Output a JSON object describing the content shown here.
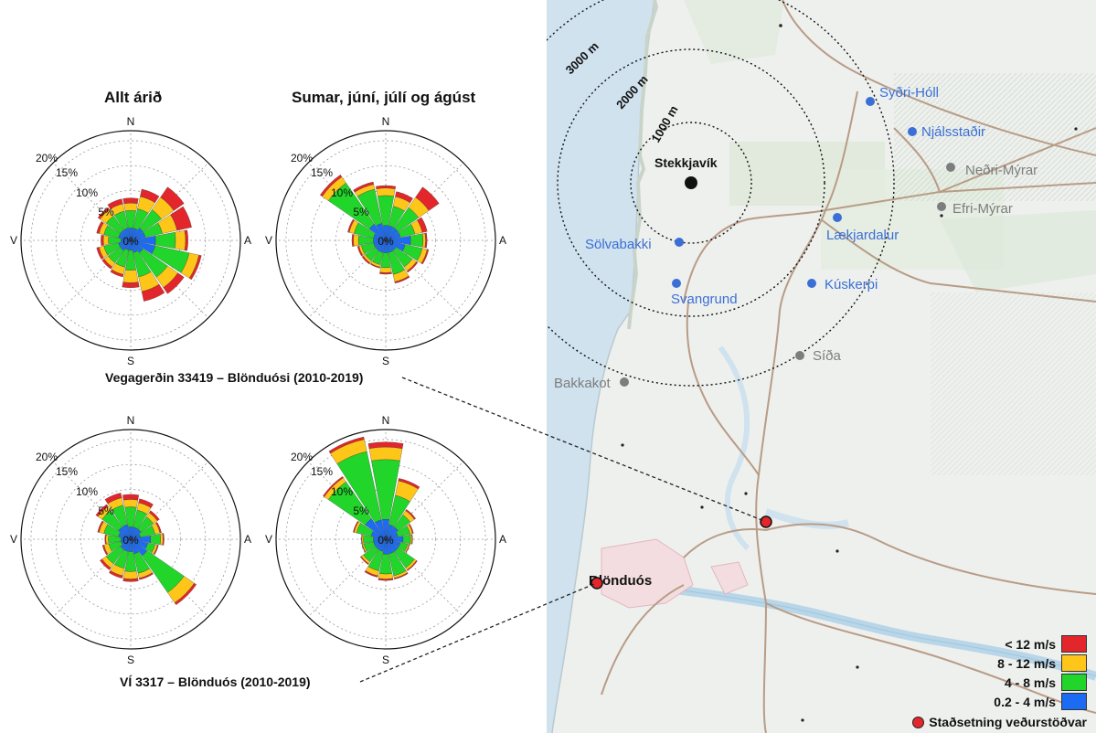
{
  "titles": {
    "year": "Allt árið",
    "summer": "Sumar, júní, júlí og ágúst"
  },
  "station_captions": {
    "vegagerdin": "Vegagerðin 33419 – Blönduósi (2010-2019)",
    "vi": "VÍ 3317 – Blönduós (2010-2019)"
  },
  "rose_axis": {
    "directions": [
      "N",
      "A",
      "S",
      "V"
    ],
    "ring_labels": [
      "0%",
      "5%",
      "10%",
      "15%",
      "20%"
    ]
  },
  "chart_data": [
    {
      "type": "wind-rose",
      "station": "Vegagerðin 33419 – Blönduósi (2010-2019)",
      "title": "Allt árið",
      "rmax": 22,
      "sectors": 16,
      "stacks": [
        [
          2.5,
          3.5,
          1.5,
          1
        ],
        [
          2.5,
          4,
          2.5,
          1.5
        ],
        [
          3,
          4.5,
          3,
          2.5
        ],
        [
          3,
          3.5,
          3,
          3
        ],
        [
          5,
          4,
          2,
          0.5
        ],
        [
          5,
          7,
          2,
          0.5
        ],
        [
          3,
          6,
          2.5,
          1.5
        ],
        [
          2.5,
          5,
          3,
          2
        ],
        [
          2,
          4,
          2.5,
          1
        ],
        [
          2,
          3.5,
          1.5,
          0.5
        ],
        [
          2.5,
          3,
          1,
          0.5
        ],
        [
          2.5,
          3,
          1,
          0.5
        ],
        [
          2,
          2.5,
          1,
          0.5
        ],
        [
          2.5,
          3,
          1,
          0.5
        ],
        [
          2.5,
          3.5,
          1.5,
          0.5
        ],
        [
          2.5,
          3.5,
          1.5,
          1
        ]
      ]
    },
    {
      "type": "wind-rose",
      "station": "Vegagerðin 33419 – Blönduósi (2010-2019)",
      "title": "Sumar, júní, júlí og ágúst",
      "rmax": 22,
      "sectors": 16,
      "stacks": [
        [
          3,
          6,
          1.5,
          0.5
        ],
        [
          3,
          4,
          2,
          1
        ],
        [
          3,
          5,
          2.5,
          2.5
        ],
        [
          3,
          3,
          1.5,
          1
        ],
        [
          5,
          2.5,
          0.5,
          0.3
        ],
        [
          4,
          3.5,
          1,
          0.3
        ],
        [
          2.5,
          4,
          1,
          0.3
        ],
        [
          2.5,
          4.5,
          1.5,
          0.3
        ],
        [
          2.5,
          3,
          1,
          0.3
        ],
        [
          2.5,
          2.5,
          0.5,
          0.2
        ],
        [
          2.5,
          2.5,
          0.5,
          0.3
        ],
        [
          2.5,
          2.5,
          0.5,
          0.3
        ],
        [
          2.5,
          3,
          1,
          0.3
        ],
        [
          2.5,
          4,
          1,
          0.3
        ],
        [
          4,
          10,
          1.5,
          0.5
        ],
        [
          3.5,
          7,
          1,
          0.5
        ]
      ]
    },
    {
      "type": "wind-rose",
      "station": "VÍ 3317 – Blönduós (2010-2019)",
      "title": "Allt árið",
      "rmax": 22,
      "sectors": 16,
      "stacks": [
        [
          2.5,
          4,
          1.5,
          1
        ],
        [
          2.5,
          3.5,
          1.5,
          0.8
        ],
        [
          2.5,
          3,
          1,
          0.5
        ],
        [
          2,
          3,
          1,
          0.3
        ],
        [
          4,
          2,
          0.5,
          0.2
        ],
        [
          3.5,
          1.5,
          0.5,
          0.2
        ],
        [
          4,
          9,
          2.5,
          0.5
        ],
        [
          3,
          4,
          1,
          0.3
        ],
        [
          2.5,
          4,
          1.5,
          0.5
        ],
        [
          2.5,
          3.5,
          1.5,
          0.5
        ],
        [
          2.5,
          3.5,
          1,
          0.5
        ],
        [
          2,
          2.5,
          1,
          0.3
        ],
        [
          2,
          2.5,
          0.5,
          0.2
        ],
        [
          2.5,
          3,
          1,
          0.3
        ],
        [
          3,
          4,
          1,
          0.5
        ],
        [
          3,
          4,
          1.5,
          1
        ]
      ]
    },
    {
      "type": "wind-rose",
      "station": "VÍ 3317 – Blönduós (2010-2019)",
      "title": "Sumar, júní, júlí og ágúst",
      "rmax": 22,
      "sectors": 16,
      "stacks": [
        [
          4,
          12,
          2.5,
          1
        ],
        [
          3,
          6,
          3,
          0.5
        ],
        [
          3,
          3,
          1,
          0.3
        ],
        [
          2.5,
          2.5,
          0.5,
          0.2
        ],
        [
          3.5,
          1.5,
          0.3,
          0.1
        ],
        [
          3,
          1.5,
          0.3,
          0.1
        ],
        [
          3,
          4,
          0.5,
          0.2
        ],
        [
          3,
          4.5,
          0.5,
          0.2
        ],
        [
          3,
          4,
          1,
          0.3
        ],
        [
          2.5,
          4,
          1,
          0.3
        ],
        [
          2.5,
          3,
          0.5,
          0.2
        ],
        [
          2.5,
          2,
          0.3,
          0.1
        ],
        [
          2.5,
          2,
          0.3,
          0.1
        ],
        [
          3,
          3,
          0.5,
          0.2
        ],
        [
          5,
          9,
          1,
          0.3
        ],
        [
          4,
          14,
          2.5,
          0.5
        ]
      ]
    }
  ],
  "map": {
    "ring_labels": [
      "1000 m",
      "2000 m",
      "3000 m"
    ],
    "center_label": "Stekkjavík",
    "town_label": "Blönduós",
    "blue_places": [
      "Syðri-Hóll",
      "Njálsstaðir",
      "Lækjardalur",
      "Sölvabakki",
      "Svangrund",
      "Kúskerpi"
    ],
    "gray_places": [
      "Neðri-Mýrar",
      "Efri-Mýrar",
      "Síða",
      "Bakkakot"
    ]
  },
  "legend": {
    "items": [
      {
        "label": "< 12 m/s",
        "color": "#e3262b"
      },
      {
        "label": "8 - 12 m/s",
        "color": "#ffc61a"
      },
      {
        "label": "4 - 8 m/s",
        "color": "#22d52a"
      },
      {
        "label": "0.2 - 4 m/s",
        "color": "#1b6cf2"
      }
    ],
    "station_label": "Staðsetning veðurstöðvar"
  },
  "colors": {
    "rose_bins": [
      "#1b6cf2",
      "#22d52a",
      "#ffc61a",
      "#e3262b"
    ],
    "blue_place": "#3b6fd6",
    "gray_place": "#7d7d7d",
    "station": "#e3262b",
    "sea": "#cfe2ee",
    "land": "#eef0ee"
  }
}
